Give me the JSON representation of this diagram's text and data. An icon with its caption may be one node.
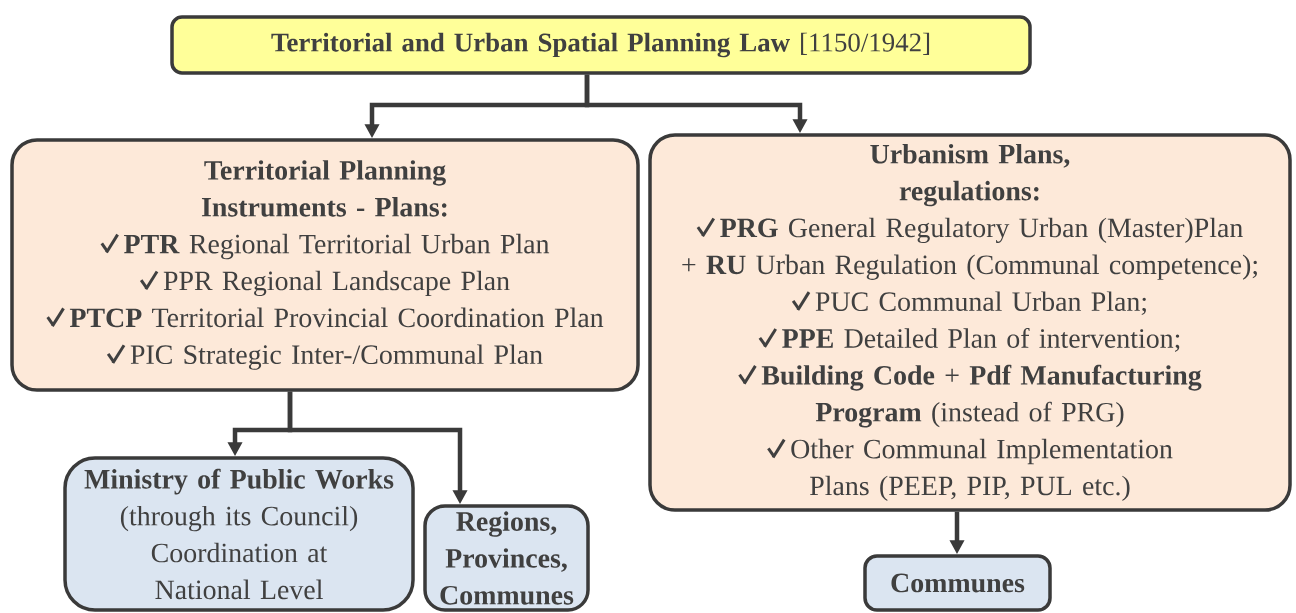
{
  "diagram": {
    "nodes": [
      {
        "text": [
          "**Territorial and Urban Spatial Planning Law** [1150/1942]"
        ]
      },
      {
        "text": [
          "Territorial Planning Instruments - Plans:",
          "**PTR** Regional Territorial Urban Plan",
          "PPR Regional Landscape Plan",
          "**PTCP** Territorial Provincial Coordination Plan",
          "PIC Strategic Inter-/Communal Plan"
        ]
      },
      {
        "text": [
          "Urbanism Plans, regulations:",
          "**PRG** General Regulatory Urban (Master)Plan",
          "+ **RU** Urban Regulation (Communal competence);",
          "PUC Communal Urban Plan;",
          "**PPE** Detailed Plan of intervention;",
          "**Building Code** + **Pdf Manufacturing Program** (instead of PRG)",
          "Other Communal Implementation Plans (PEEP, PIP, PUL etc.)"
        ]
      },
      {
        "text": [
          "Ministry of Public Works",
          "(through its Council) Coordination at National Level"
        ]
      },
      {
        "text": [
          "Regions, Provinces, Communes"
        ]
      },
      {
        "text": [
          "Communes"
        ]
      }
    ],
    "edges": [
      {
        "from": 0,
        "to": 1,
        "arrow": "to"
      },
      {
        "from": 0,
        "to": 2,
        "arrow": "to"
      },
      {
        "from": 1,
        "to": 3,
        "arrow": "to"
      },
      {
        "from": 1,
        "to": 4,
        "arrow": "to"
      },
      {
        "from": 2,
        "to": 5,
        "arrow": "to"
      }
    ]
  }
}
